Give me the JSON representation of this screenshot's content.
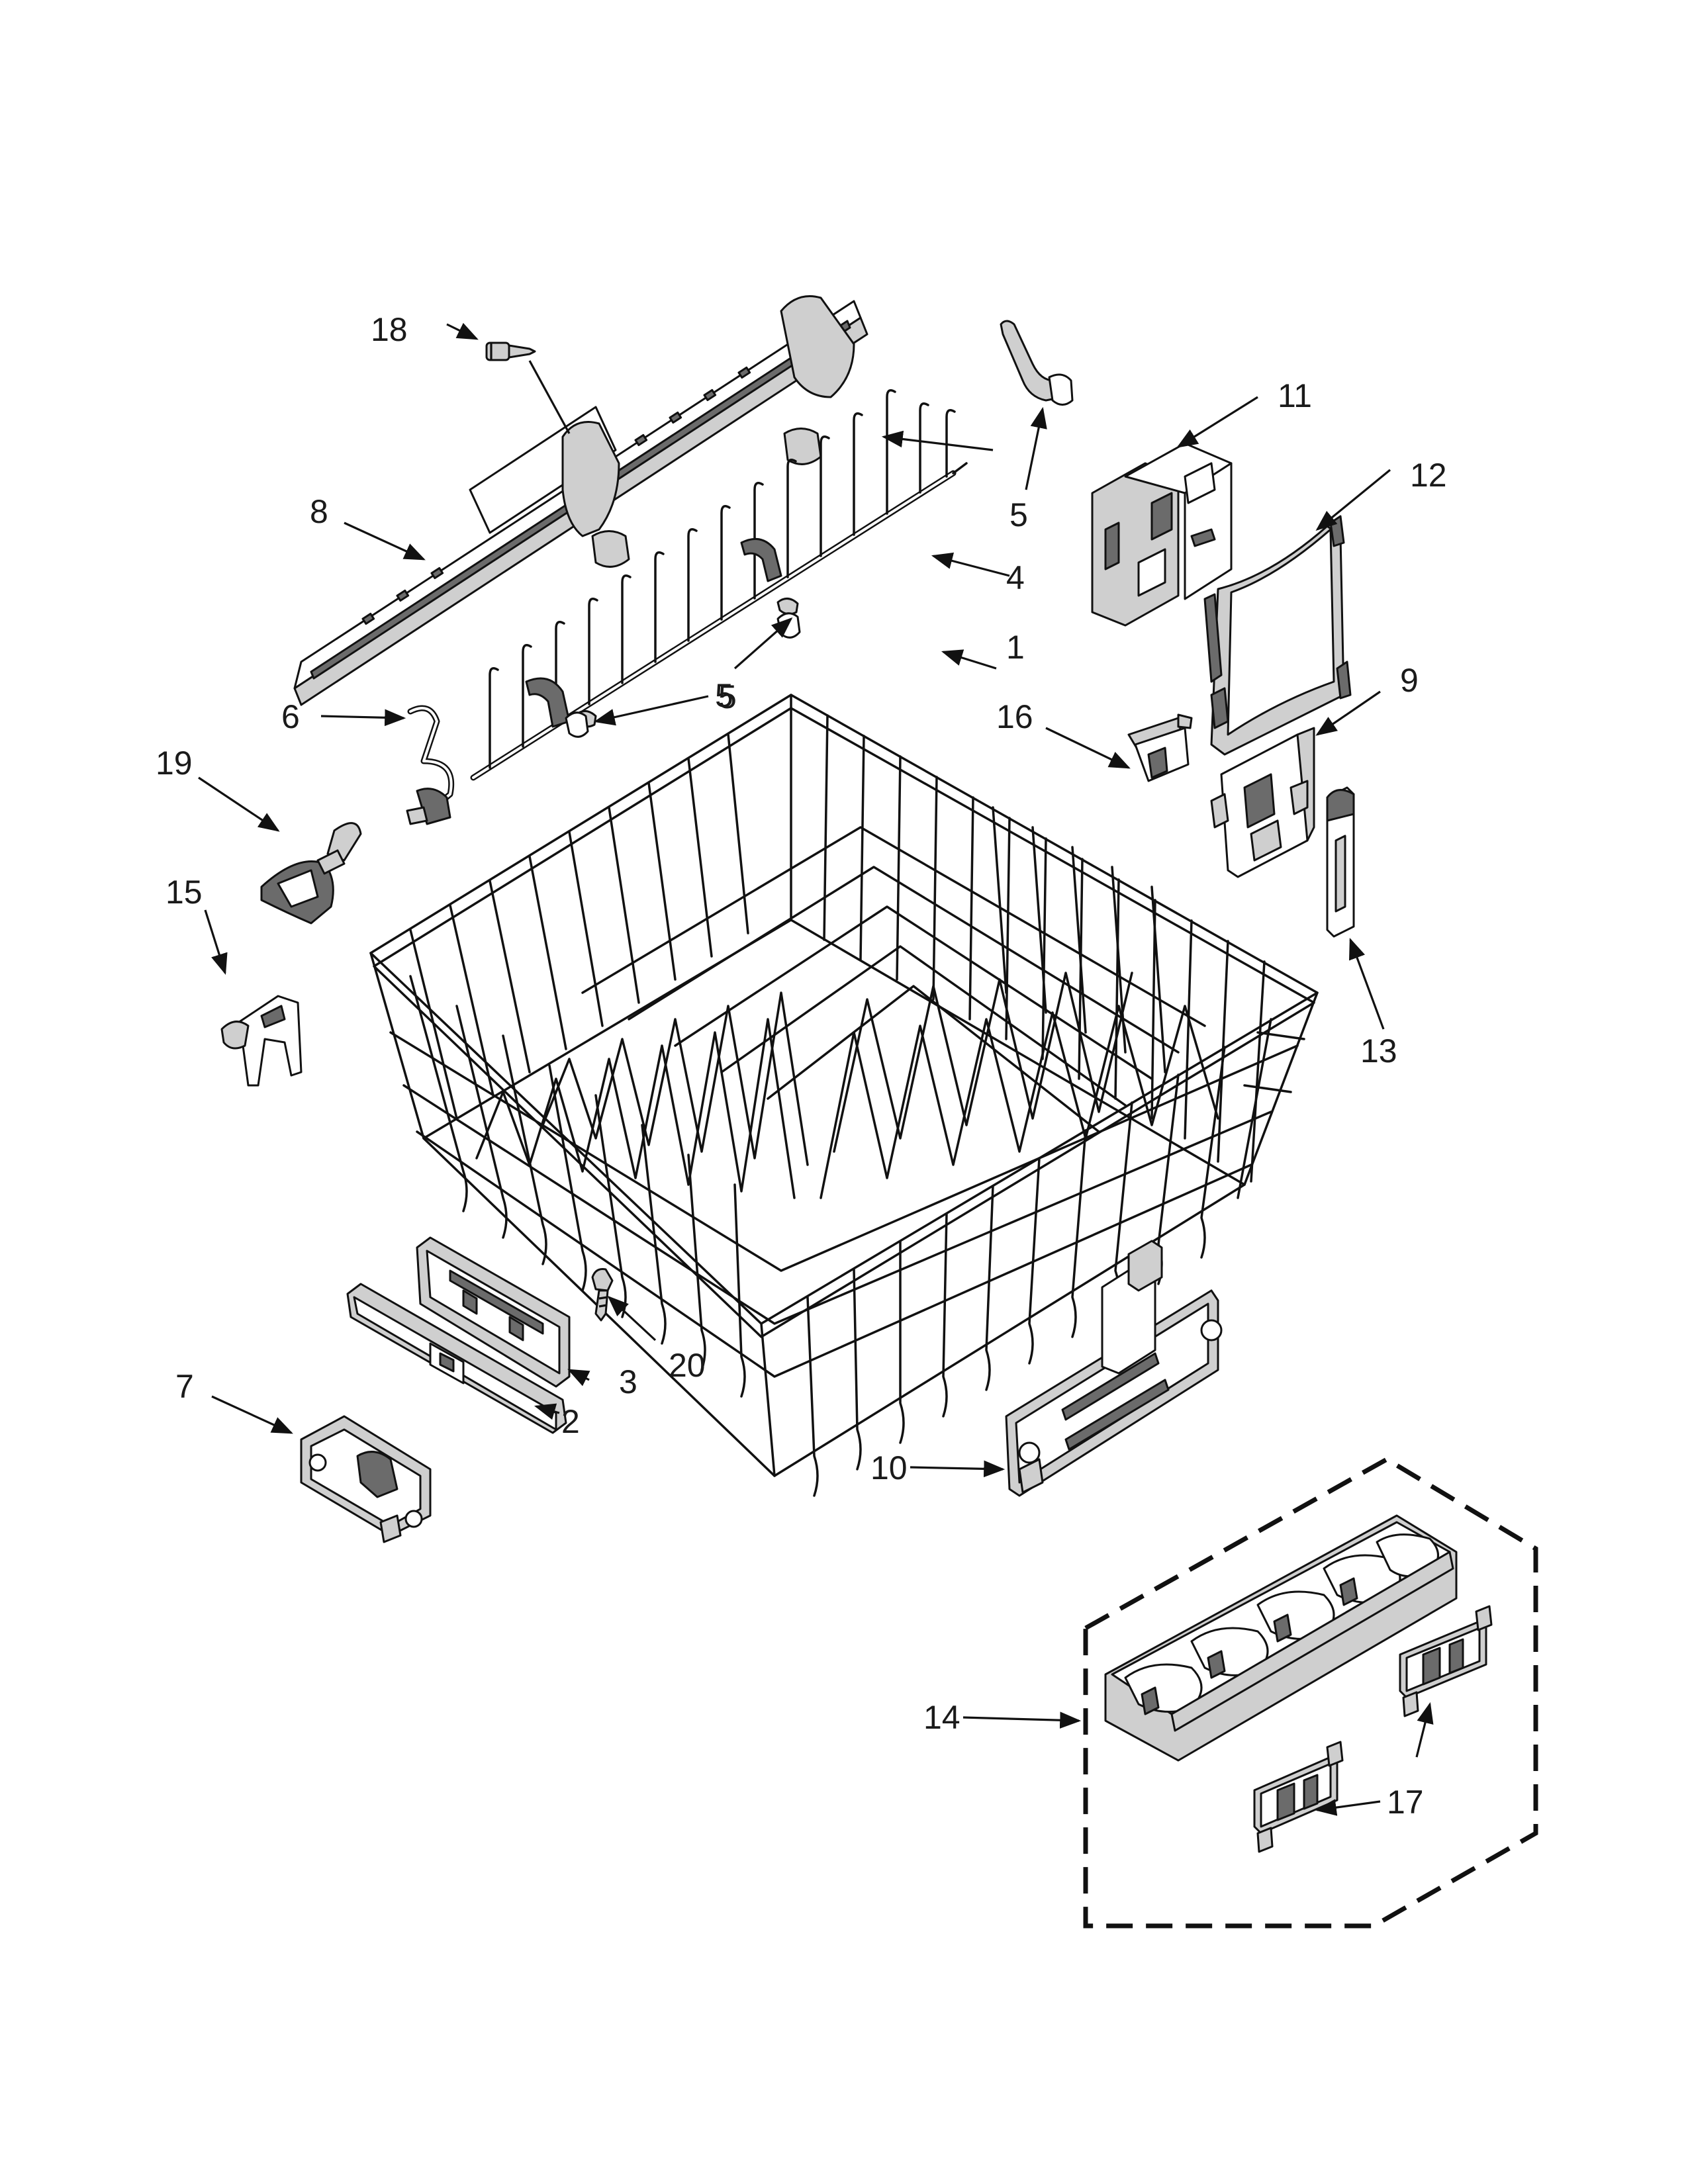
{
  "callouts": [
    {
      "id": "1",
      "text": "1"
    },
    {
      "id": "2",
      "text": "2"
    },
    {
      "id": "3",
      "text": "3"
    },
    {
      "id": "4",
      "text": "4"
    },
    {
      "id": "5a",
      "text": "5"
    },
    {
      "id": "5b",
      "text": "5"
    },
    {
      "id": "5c",
      "text": "5"
    },
    {
      "id": "6",
      "text": "6"
    },
    {
      "id": "7",
      "text": "7"
    },
    {
      "id": "8",
      "text": "8"
    },
    {
      "id": "9",
      "text": "9"
    },
    {
      "id": "10",
      "text": "10"
    },
    {
      "id": "11",
      "text": "11"
    },
    {
      "id": "12",
      "text": "12"
    },
    {
      "id": "13",
      "text": "13"
    },
    {
      "id": "14",
      "text": "14"
    },
    {
      "id": "15",
      "text": "15"
    },
    {
      "id": "16",
      "text": "16"
    },
    {
      "id": "17",
      "text": "17"
    },
    {
      "id": "18",
      "text": "18"
    },
    {
      "id": "19",
      "text": "19"
    },
    {
      "id": "20",
      "text": "20"
    }
  ]
}
